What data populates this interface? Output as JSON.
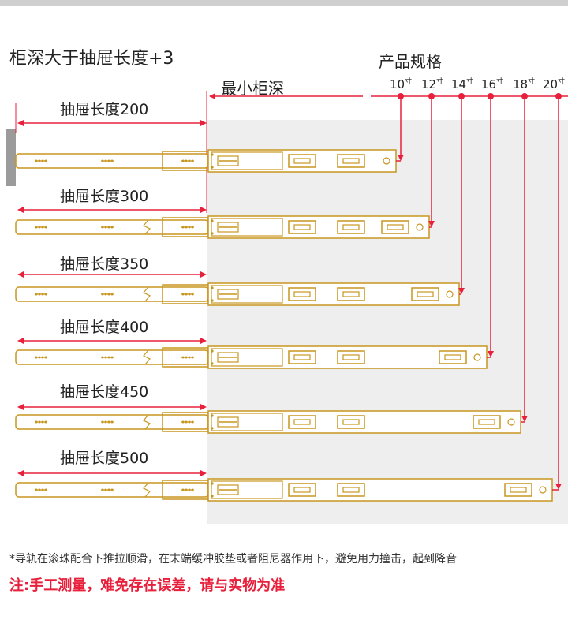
{
  "header": {
    "title": "柜深大于抽屉长度+3",
    "spec_title": "产品规格",
    "min_depth_label": "最小柜深"
  },
  "sizes": [
    {
      "label": "10",
      "unit": "寸"
    },
    {
      "label": "12",
      "unit": "寸"
    },
    {
      "label": "14",
      "unit": "寸"
    },
    {
      "label": "16",
      "unit": "寸"
    },
    {
      "label": "18",
      "unit": "寸"
    },
    {
      "label": "20",
      "unit": "寸"
    }
  ],
  "drawers": [
    {
      "label": "抽屉长度200"
    },
    {
      "label": "抽屉长度300"
    },
    {
      "label": "抽屉长度350"
    },
    {
      "label": "抽屉长度400"
    },
    {
      "label": "抽屉长度450"
    },
    {
      "label": "抽屉长度500"
    }
  ],
  "notes": {
    "line1": "*导轨在滚珠配合下推拉顺滑，在末端缓冲胶垫或者阻尼器作用下，避免用力撞击，起到降音",
    "line2": "注:手工测量，难免存在误差，请与实物为准"
  },
  "colors": {
    "rail": "#c8961e",
    "arrow": "#e8203c",
    "cabinet": "#eeeeee"
  }
}
